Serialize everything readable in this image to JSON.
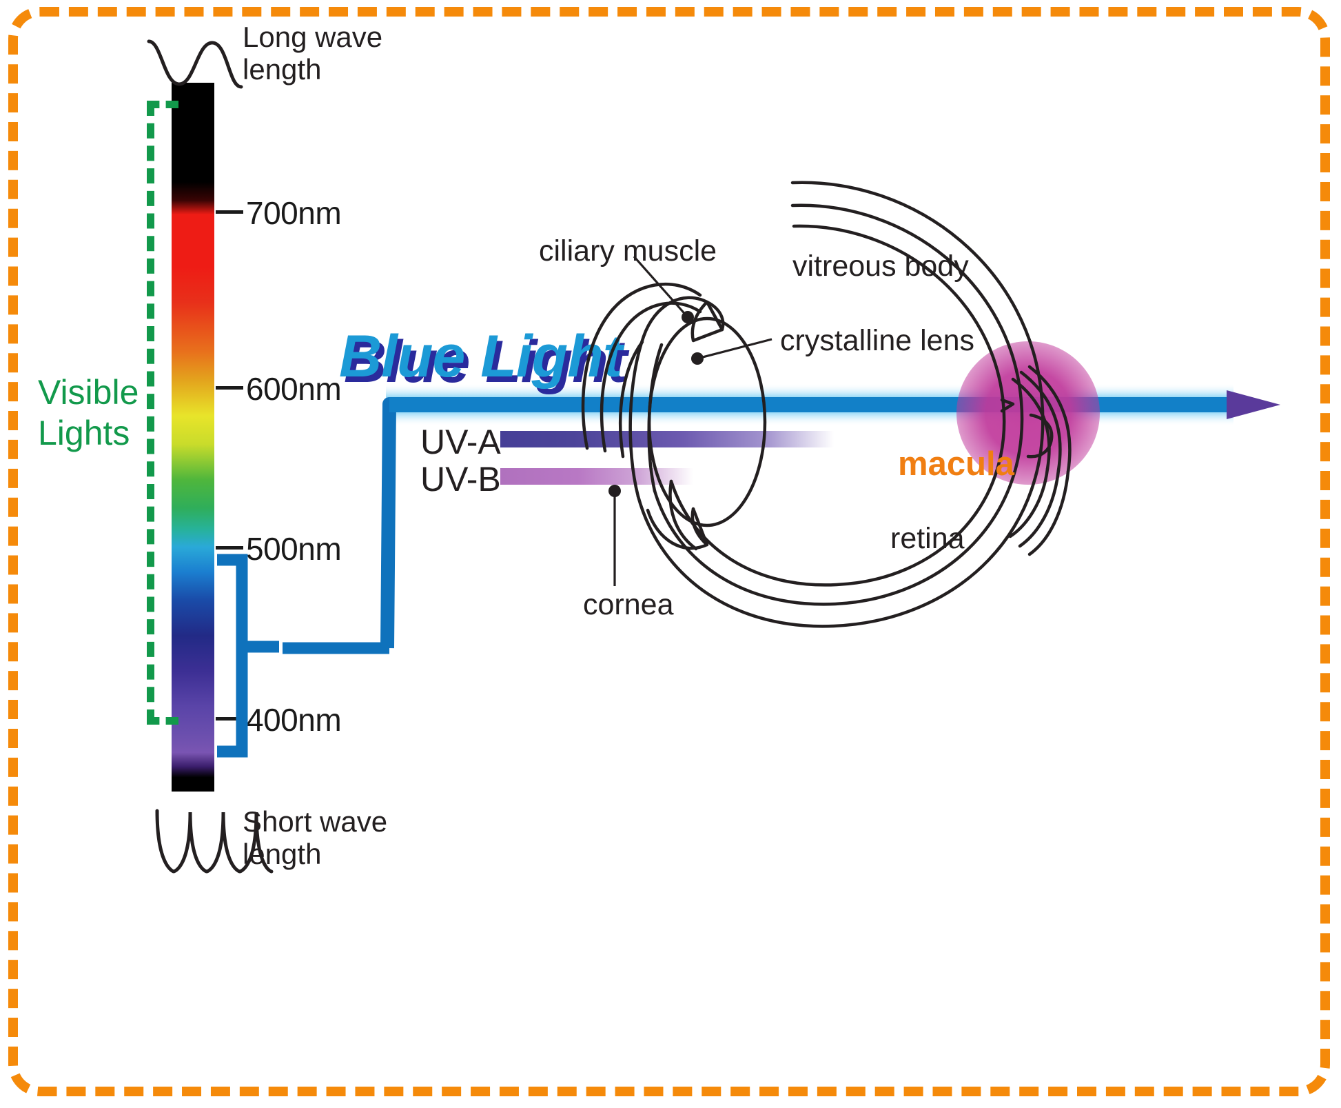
{
  "frame": {
    "border_color": "#F58A0A",
    "style": "dashed-rounded"
  },
  "spectrum": {
    "top_wave": {
      "label": "Long wave\nlength",
      "icon": "long-wave-icon"
    },
    "bottom_wave": {
      "label": "Short wave\nlength",
      "icon": "short-wave-icon"
    },
    "ticks": [
      {
        "label": "700nm",
        "value": 700
      },
      {
        "label": "600nm",
        "value": 600
      },
      {
        "label": "500nm",
        "value": 500
      },
      {
        "label": "400nm",
        "value": 400
      }
    ],
    "visible_range": {
      "label": "Visible\nLights",
      "color": "#12994B",
      "from_nm": 400,
      "to_nm": 720
    },
    "blue_light_range": {
      "from_nm": 400,
      "to_nm": 500,
      "color": "#0F72BC"
    }
  },
  "beam": {
    "title": "Blue Light",
    "title_color": "#1C9AD6",
    "title_shadow_color": "#2A2A9C",
    "uv": [
      {
        "label": "UV-A",
        "color": "#463F97"
      },
      {
        "label": "UV-B",
        "color": "#B071BE"
      }
    ]
  },
  "eye": {
    "labels": [
      {
        "name": "ciliary muscle",
        "color": "#231f20"
      },
      {
        "name": "vitreous body",
        "color": "#231f20"
      },
      {
        "name": "crystalline lens",
        "color": "#231f20"
      },
      {
        "name": "cornea",
        "color": "#231f20"
      },
      {
        "name": "retina",
        "color": "#231f20"
      },
      {
        "name": "macula",
        "color": "#F07E12"
      }
    ],
    "impact_glow_color": "#C0399B"
  }
}
